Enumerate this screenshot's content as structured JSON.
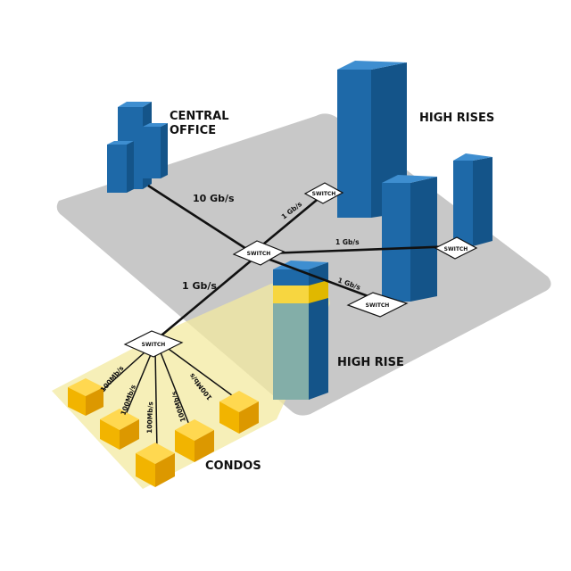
{
  "colors": {
    "platform": "#c8c8c8",
    "building_front": "#1e69a8",
    "building_side": "#145489",
    "building_top": "#3e8ed0",
    "condo_top": "#ffd850",
    "condo_front": "#f2b400",
    "condo_side": "#dc9800",
    "highlight_fill": "#f3e9a0",
    "link": "#111111"
  },
  "labels": {
    "central_office_line1": "CENTRAL",
    "central_office_line2": "OFFICE",
    "high_rises": "HIGH RISES",
    "high_rise": "HIGH RISE",
    "condos": "CONDOS"
  },
  "links": {
    "backbone": "10 Gb/s",
    "gig_upper": "1 Gb/s",
    "gig_right": "1 Gb/s",
    "gig_lower_right": "1 Gb/s",
    "gig_left": "1 Gb/s",
    "condo_1": "100Mb/s",
    "condo_2": "100Mb/s",
    "condo_3": "100Mb/s",
    "condo_4": "100Mb/s",
    "condo_5": "100Mb/s"
  },
  "switches": {
    "central": "SWITCH",
    "upper": "SWITCH",
    "right": "SWITCH",
    "lower": "SWITCH",
    "condo": "SWITCH"
  }
}
